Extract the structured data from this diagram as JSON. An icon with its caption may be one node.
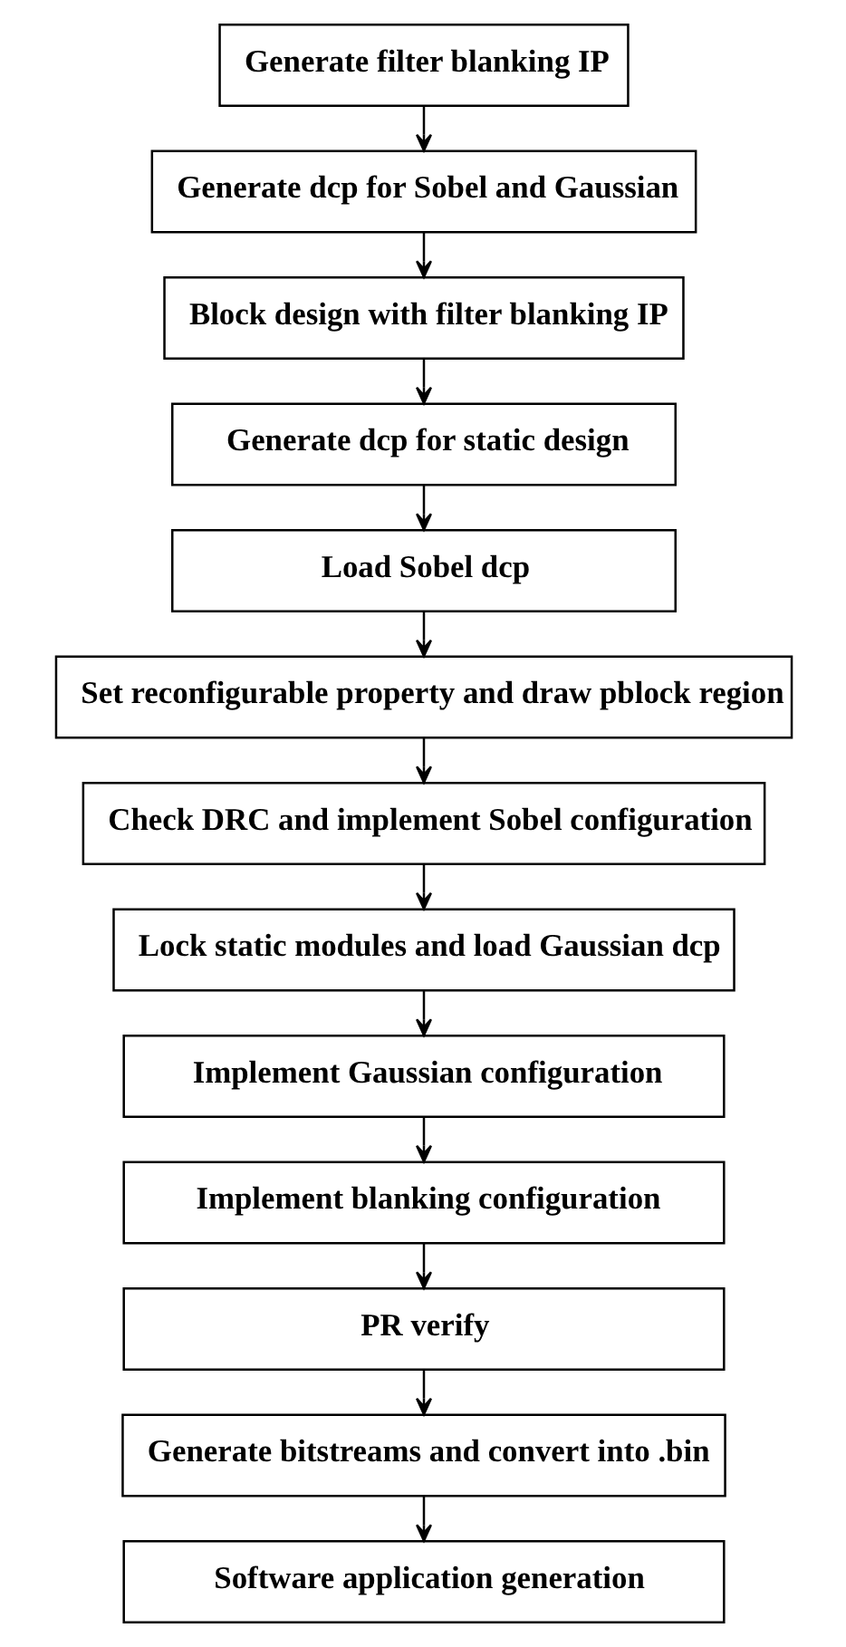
{
  "diagram": {
    "nodes": [
      {
        "text": [
          "Generate filter blanking IP"
        ]
      },
      {
        "text": [
          "Generate dcp for Sobel and Gaussian"
        ]
      },
      {
        "text": [
          "Block design with filter blanking IP"
        ]
      },
      {
        "text": [
          "Generate dcp for static design"
        ]
      },
      {
        "text": [
          "Load Sobel dcp"
        ]
      },
      {
        "text": [
          "Set reconfigurable property and draw pblock region"
        ]
      },
      {
        "text": [
          "Check DRC and implement Sobel configuration"
        ]
      },
      {
        "text": [
          "Lock static modules and load Gaussian dcp"
        ]
      },
      {
        "text": [
          "Implement Gaussian configuration"
        ]
      },
      {
        "text": [
          "Implement blanking configuration"
        ]
      },
      {
        "text": [
          "PR verify"
        ]
      },
      {
        "text": [
          "Generate bitstreams and convert into .bin"
        ]
      },
      {
        "text": [
          "Software application generation"
        ]
      }
    ],
    "edges": [
      {
        "from": 0,
        "to": 1,
        "arrow": "to"
      },
      {
        "from": 1,
        "to": 2,
        "arrow": "to"
      },
      {
        "from": 2,
        "to": 3,
        "arrow": "to"
      },
      {
        "from": 3,
        "to": 4,
        "arrow": "to"
      },
      {
        "from": 4,
        "to": 5,
        "arrow": "to"
      },
      {
        "from": 5,
        "to": 6,
        "arrow": "to"
      },
      {
        "from": 6,
        "to": 7,
        "arrow": "to"
      },
      {
        "from": 7,
        "to": 8,
        "arrow": "to"
      },
      {
        "from": 8,
        "to": 9,
        "arrow": "to"
      },
      {
        "from": 9,
        "to": 10,
        "arrow": "to"
      },
      {
        "from": 10,
        "to": 11,
        "arrow": "to"
      },
      {
        "from": 11,
        "to": 12,
        "arrow": "to"
      }
    ]
  }
}
